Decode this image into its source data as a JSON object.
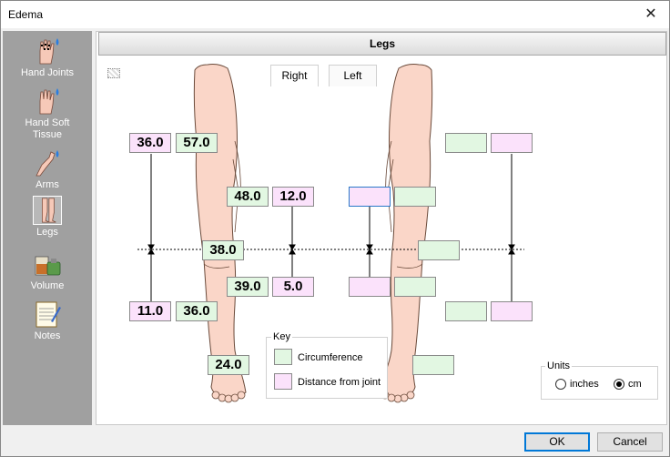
{
  "window": {
    "title": "Edema",
    "close_glyph": "✕"
  },
  "sidebar": {
    "items": [
      {
        "label": "Hand Joints",
        "icon": "hand-joints-icon"
      },
      {
        "label": "Hand Soft Tissue",
        "icon": "hand-soft-tissue-icon"
      },
      {
        "label": "Arms",
        "icon": "arm-icon"
      },
      {
        "label": "Legs",
        "icon": "leg-icon",
        "selected": true
      },
      {
        "label": "Volume",
        "icon": "volume-icon"
      },
      {
        "label": "Notes",
        "icon": "notes-icon"
      }
    ]
  },
  "header": {
    "title": "Legs"
  },
  "tabs": [
    {
      "label": "Right",
      "active": true
    },
    {
      "label": "Left",
      "active": false
    }
  ],
  "right_leg": {
    "upper_distance": "36.0",
    "upper_circumference": "57.0",
    "above_knee_circumference": "48.0",
    "above_knee_distance": "12.0",
    "knee_circumference": "38.0",
    "below_knee_circumference": "39.0",
    "below_knee_distance": "5.0",
    "lower_distance": "11.0",
    "lower_circumference": "36.0",
    "ankle_circumference": "24.0"
  },
  "left_leg": {
    "upper_circumference": "",
    "upper_distance": "",
    "above_knee_distance": "",
    "above_knee_circumference": "",
    "knee_circumference": "",
    "below_knee_distance": "",
    "below_knee_circumference": "",
    "lower_circumference": "",
    "lower_distance": "",
    "ankle_circumference": ""
  },
  "key": {
    "title": "Key",
    "circumference_label": "Circumference",
    "distance_label": "Distance from joint",
    "circumference_color": "#e2f7e2",
    "distance_color": "#fbe2fb"
  },
  "units": {
    "title": "Units",
    "options": [
      {
        "label": "inches",
        "checked": false
      },
      {
        "label": "cm",
        "checked": true
      }
    ]
  },
  "buttons": {
    "ok": "OK",
    "cancel": "Cancel"
  }
}
